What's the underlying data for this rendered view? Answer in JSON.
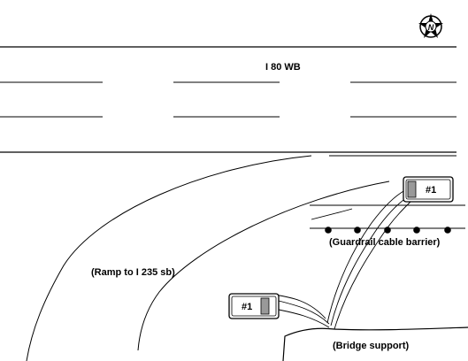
{
  "road": {
    "name": "I 80 WB"
  },
  "annotations": {
    "ramp": "(Ramp to I 235 sb)",
    "guardrail": "(Guardrail cable barrier)",
    "bridge": "(Bridge support)"
  },
  "vehicles": [
    {
      "label": "#1",
      "position": "final"
    },
    {
      "label": "#1",
      "position": "initial"
    }
  ],
  "compass": {
    "letter": "N",
    "icon": "north-arrow-compass-icon"
  },
  "colors": {
    "ink": "#000000",
    "vehicle_shade": "#999999",
    "background": "#ffffff"
  }
}
